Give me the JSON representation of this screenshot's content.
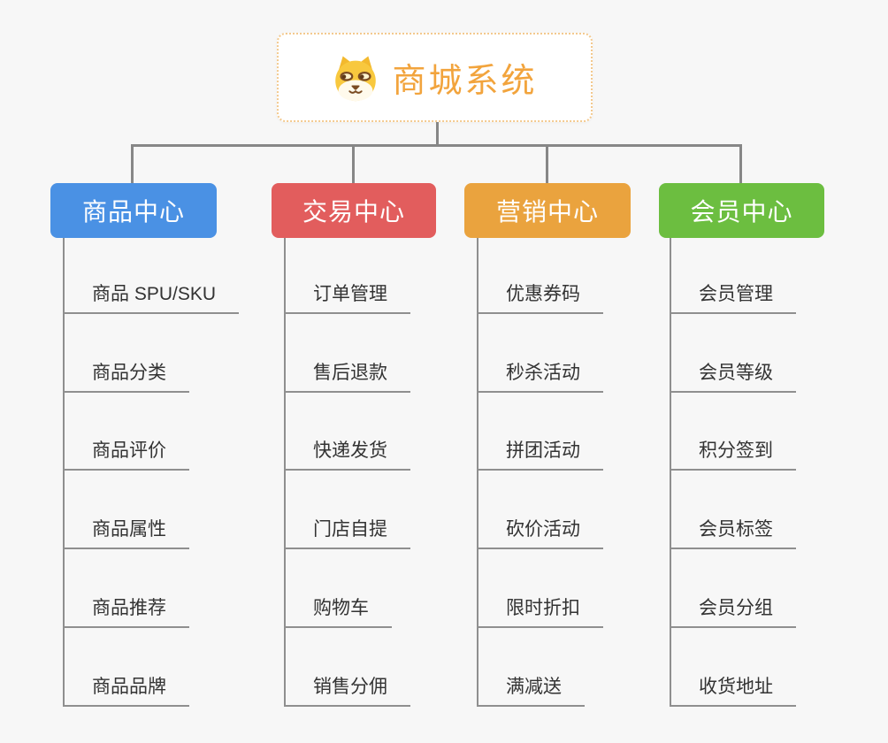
{
  "colors": {
    "bg": "#f7f7f7",
    "connector": "#878787",
    "line": "#8f8f8f",
    "child-text": "#333333",
    "root-text": "#f2a43d",
    "root-border": "#f3c98e",
    "branch-text": "#ffffff"
  },
  "root": {
    "label": "商城系统",
    "icon": "doge-icon"
  },
  "branches": [
    {
      "label": "商品中心",
      "color": "#4a91e4",
      "children": [
        "商品 SPU/SKU",
        "商品分类",
        "商品评价",
        "商品属性",
        "商品推荐",
        "商品品牌"
      ]
    },
    {
      "label": "交易中心",
      "color": "#e25d5d",
      "children": [
        "订单管理",
        "售后退款",
        "快递发货",
        "门店自提",
        "购物车",
        "销售分佣"
      ]
    },
    {
      "label": "营销中心",
      "color": "#eaa33e",
      "children": [
        "优惠券码",
        "秒杀活动",
        "拼团活动",
        "砍价活动",
        "限时折扣",
        "满减送"
      ]
    },
    {
      "label": "会员中心",
      "color": "#6cbe40",
      "children": [
        "会员管理",
        "会员等级",
        "积分签到",
        "会员标签",
        "会员分组",
        "收货地址"
      ]
    }
  ]
}
